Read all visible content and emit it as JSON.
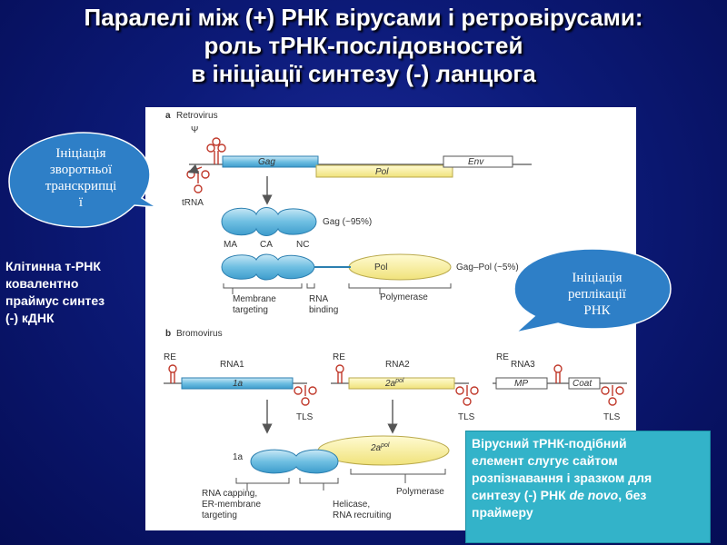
{
  "title": {
    "line1": "Паралелі між (+) РНК вірусами і ретровірусами:",
    "line2": "роль тРНК-послідовностей",
    "line3": "в ініціації синтезу (-) ланцюга"
  },
  "callout_left": {
    "line1": "Ініціація",
    "line2": "зворотньої",
    "line3": "транскрипці",
    "line4": "ї"
  },
  "callout_right": {
    "line1": "Ініціація",
    "line2": "реплікації",
    "line3": "РНК"
  },
  "left_note": {
    "line1": "Клітинна т-РНК",
    "line2": "ковалентно",
    "line3": "праймус синтез",
    "line4": "(-) кДНК"
  },
  "note_box": {
    "line1": "Вірусний тРНК-подібний",
    "line2": "елемент слугує сайтом",
    "line3": "розпізнавання і зразком для",
    "line4_pre": "синтезу (-) РНК ",
    "line4_em": "de novo",
    "line4_post": ", без",
    "line5": "праймеру"
  },
  "figure": {
    "panel_a": {
      "letter": "a",
      "name": "Retrovirus",
      "psi": "Ψ",
      "trna": "tRNA",
      "gag": "Gag",
      "pol": "Pol",
      "env": "Env",
      "gag_label": "Gag (~95%)",
      "ma": "MA",
      "ca": "CA",
      "nc": "NC",
      "pol_protein": "Pol",
      "gagpol_label": "Gag–Pol (~5%)",
      "membrane_targeting_1": "Membrane",
      "membrane_targeting_2": "targeting",
      "rna_binding_1": "RNA",
      "rna_binding_2": "binding",
      "polymerase": "Polymerase"
    },
    "panel_b": {
      "letter": "b",
      "name": "Bromovirus",
      "re": "RE",
      "rna1": "RNA1",
      "rna2": "RNA2",
      "rna3": "RNA3",
      "gene_1a": "1a",
      "gene_2a": "2a",
      "gene_2a_sup": "pol",
      "mp": "MP",
      "coat": "Coat",
      "tls": "TLS",
      "protein_1a": "1a",
      "protein_2a": "2a",
      "protein_2a_sup": "pol",
      "capping_1": "RNA capping,",
      "capping_2": "ER-membrane",
      "capping_3": "targeting",
      "helicase_1": "Helicase,",
      "helicase_2": "RNA recruiting",
      "polymerase": "Polymerase"
    }
  },
  "colors": {
    "background": "#0c1a78",
    "gag_blue": "#8fcbe8",
    "pol_yellow": "#f7ef9c",
    "accent_red": "#c0392b",
    "callout_blue": "#2e7fc7",
    "note_teal": "#33b3c9"
  }
}
